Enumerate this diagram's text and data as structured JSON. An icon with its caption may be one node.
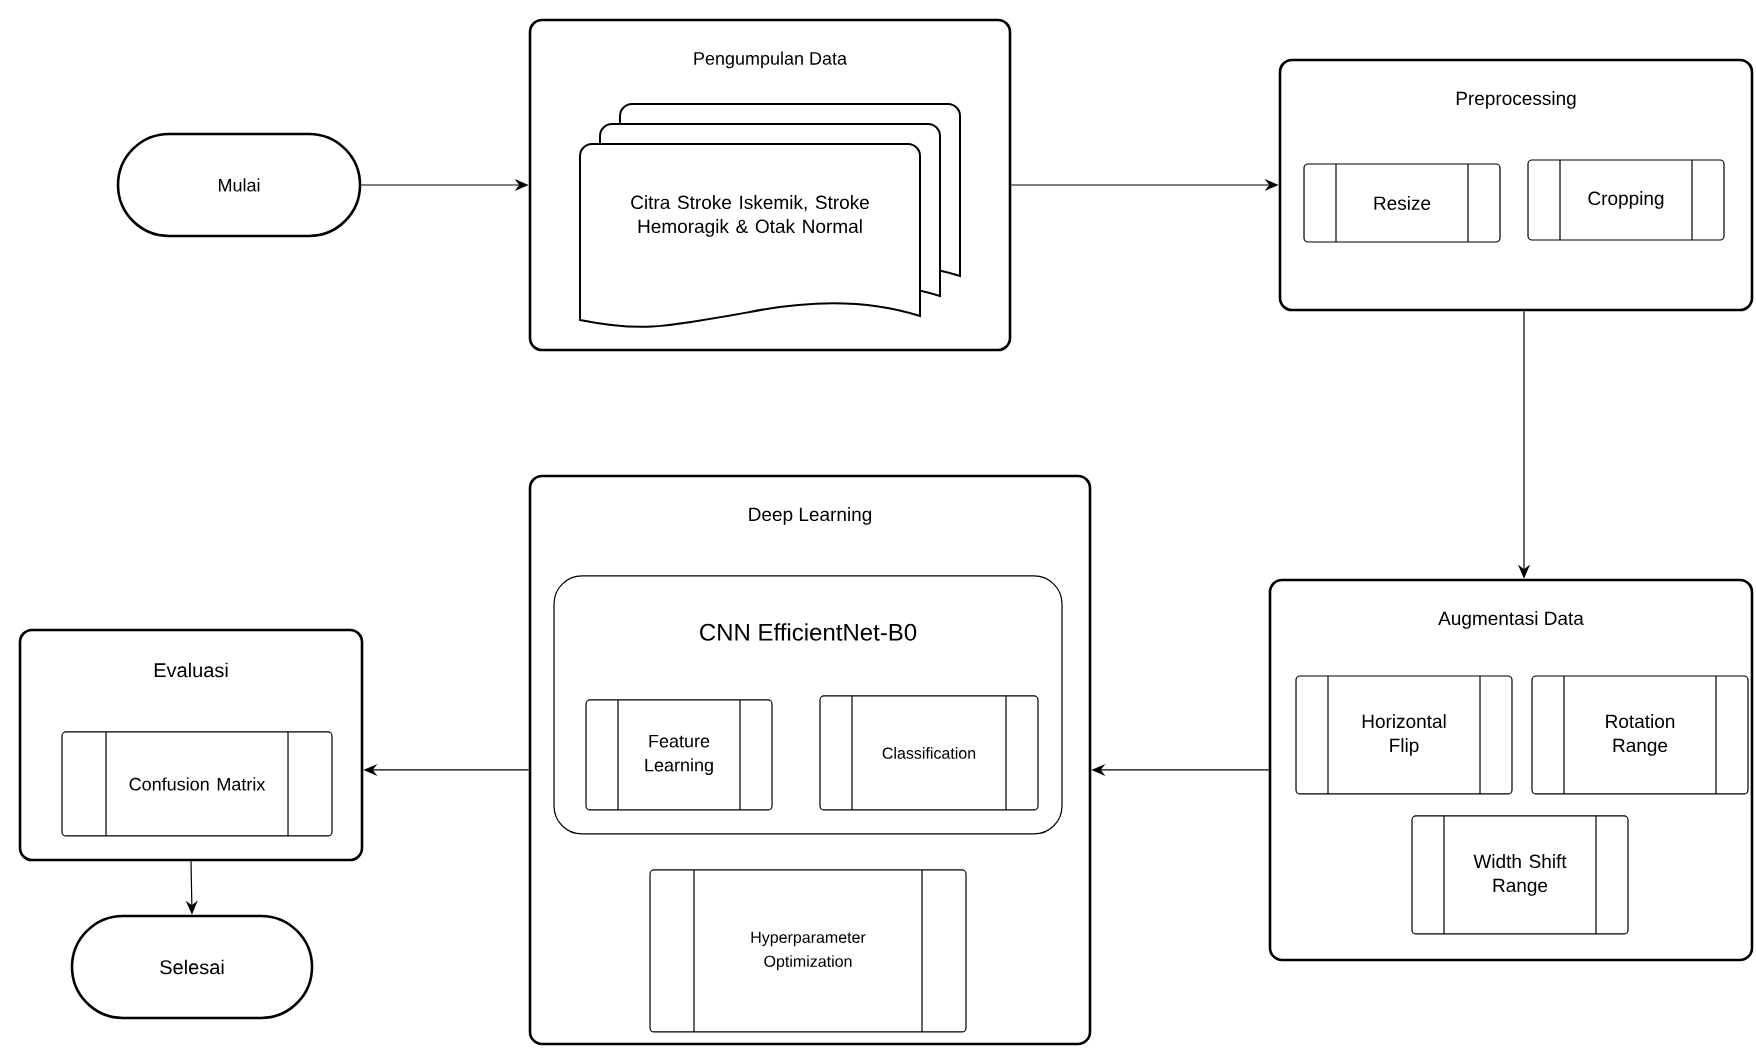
{
  "diagram": {
    "nodes": [
      {
        "text": [
          "Mulai"
        ]
      },
      {
        "text": [
          "Pengumpulan Data"
        ]
      },
      {
        "text": [
          "Citra Stroke Iskemik, Stroke Hemoragik & Otak Normal"
        ],
        "in": 1
      },
      {
        "text": [
          "Preprocessing"
        ]
      },
      {
        "text": [
          "Resize"
        ],
        "in": 3
      },
      {
        "text": [
          "Cropping"
        ],
        "in": 3
      },
      {
        "text": [
          "Augmentasi Data"
        ]
      },
      {
        "text": [
          "Horizontal Flip"
        ],
        "in": 6
      },
      {
        "text": [
          "Rotation Range"
        ],
        "in": 6
      },
      {
        "text": [
          "Width Shift Range"
        ],
        "in": 6
      },
      {
        "text": [
          "Deep Learning"
        ]
      },
      {
        "text": [
          "CNN EfficientNet-B0"
        ],
        "in": 10
      },
      {
        "text": [
          "Feature Learning"
        ],
        "in": 11
      },
      {
        "text": [
          "Classification"
        ],
        "in": 11
      },
      {
        "text": [
          "Hyperparameter Optimization"
        ],
        "in": 10
      },
      {
        "text": [
          "Evaluasi"
        ]
      },
      {
        "text": [
          "Confusion Matrix"
        ],
        "in": 15
      },
      {
        "text": [
          "Selesai"
        ]
      }
    ],
    "edges": [
      {
        "from": 0,
        "to": 1,
        "arrow": "to"
      },
      {
        "from": 1,
        "to": 3,
        "arrow": "to"
      },
      {
        "from": 3,
        "to": 6,
        "arrow": "to"
      },
      {
        "from": 6,
        "to": 10,
        "arrow": "to"
      },
      {
        "from": 10,
        "to": 15,
        "arrow": "to"
      },
      {
        "from": 15,
        "to": 17,
        "arrow": "to"
      }
    ]
  }
}
